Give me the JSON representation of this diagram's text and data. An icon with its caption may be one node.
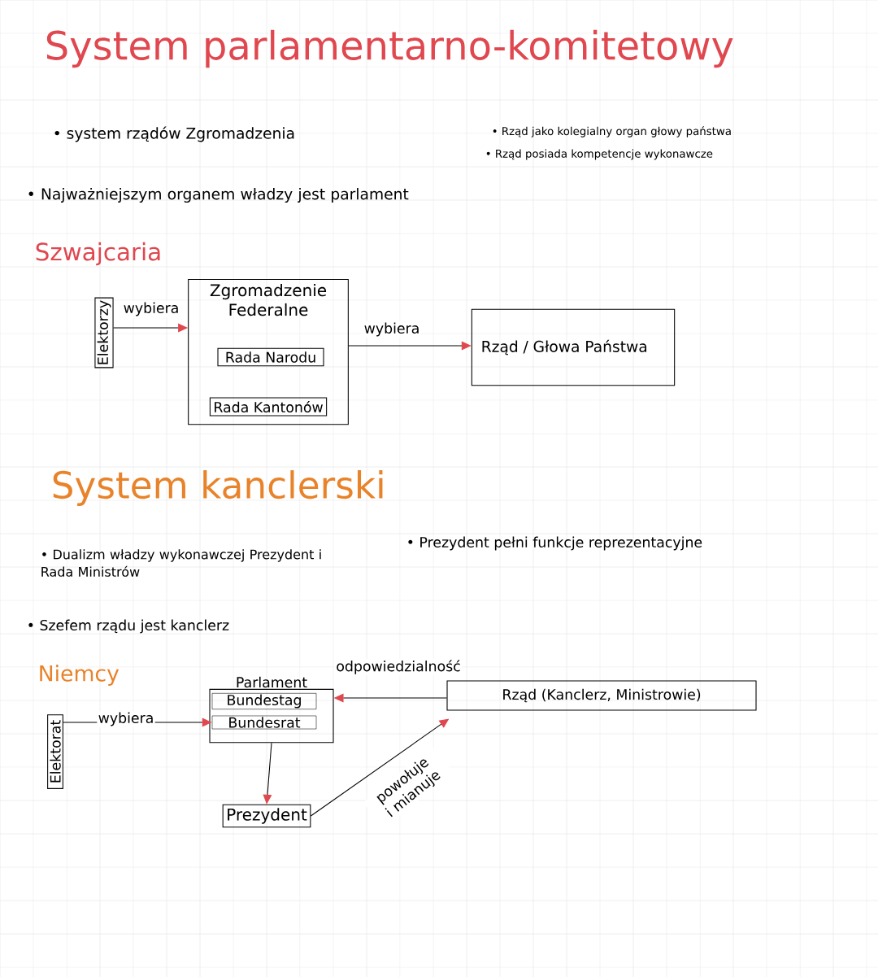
{
  "diagram": {
    "title": "System parlamentarno-komitetowy",
    "nodes": [
      {
        "text": [
          "Elektorzy"
        ]
      },
      {
        "text": [
          "Zgromadzenie Federalne"
        ]
      },
      {
        "text": [
          "Rada Narodu"
        ],
        "in": 1
      },
      {
        "text": [
          "Rada Kantonów"
        ],
        "in": 1
      },
      {
        "text": [
          "Rząd / Głowa Państwa"
        ]
      },
      {
        "text": [
          "Elektorat"
        ]
      },
      {
        "text": [
          "Parlament"
        ]
      },
      {
        "text": [
          "Bundestag"
        ],
        "in": 6
      },
      {
        "text": [
          "Bundesrat"
        ],
        "in": 6
      },
      {
        "text": [
          "Prezydent"
        ]
      },
      {
        "text": [
          "Rząd (Kanclerz, Ministrowie)"
        ]
      }
    ],
    "edges": [
      {
        "from": 0,
        "to": 1,
        "arrow": "to",
        "label": "wybiera"
      },
      {
        "from": 1,
        "to": 4,
        "arrow": "to",
        "label": "wybiera"
      },
      {
        "from": 5,
        "to": 8,
        "arrow": "to",
        "label": "wybiera"
      },
      {
        "from": 10,
        "to": 6,
        "arrow": "to",
        "label": "odpowiedzialność"
      },
      {
        "from": 6,
        "to": 9,
        "arrow": "to"
      },
      {
        "from": 9,
        "to": 10,
        "arrow": "to",
        "label": "powołuje i mianuje"
      }
    ],
    "labels": [
      "• system rządów Zgromadzenia",
      "• Rząd jako kolegialny organ głowy państwa",
      "• Rząd posiada kompetencje wykonawcze",
      "• Najważniejszym organem władzy jest parlament",
      "Szwajcaria",
      "System kanclerski",
      "• Dualizm władzy wykonawczej Prezydent i Rada Ministrów",
      "• Prezydent pełni funkcje reprezentacyjne",
      "• Szefem rządu jest kanclerz",
      "Niemcy"
    ]
  }
}
